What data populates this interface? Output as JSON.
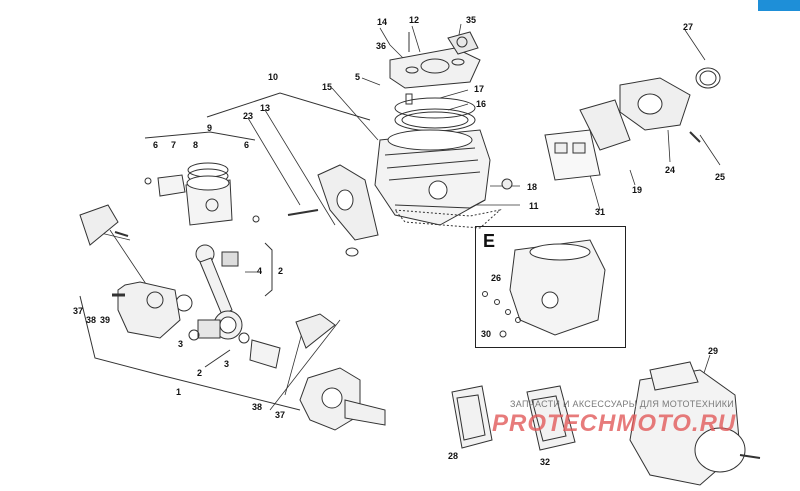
{
  "labels": {
    "l1": "1",
    "l2a": "2",
    "l2b": "2",
    "l3a": "3",
    "l3b": "3",
    "l4": "4",
    "l5": "5",
    "l6a": "6",
    "l6b": "6",
    "l7": "7",
    "l8": "8",
    "l9": "9",
    "l10": "10",
    "l11": "11",
    "l12": "12",
    "l13": "13",
    "l14": "14",
    "l15": "15",
    "l16": "16",
    "l17": "17",
    "l18": "18",
    "l19": "19",
    "l23": "23",
    "l24": "24",
    "l25": "25",
    "l26": "26",
    "l27": "27",
    "l28": "28",
    "l29": "29",
    "l30": "30",
    "l31": "31",
    "l32": "32",
    "l35": "35",
    "l36": "36",
    "l37a": "37",
    "l37b": "37",
    "l38a": "38",
    "l38b": "38",
    "l39": "39"
  },
  "inset": {
    "label": "E"
  },
  "watermark": {
    "line1": "ЗАПЧАСТИ И АКСЕССУАРЫ ДЛЯ МОТОТЕХНИКИ",
    "line2": "PROTECHMOTO.RU"
  },
  "colors": {
    "corner_accent": "#1e8fd8",
    "watermark": "#e25b5b"
  }
}
